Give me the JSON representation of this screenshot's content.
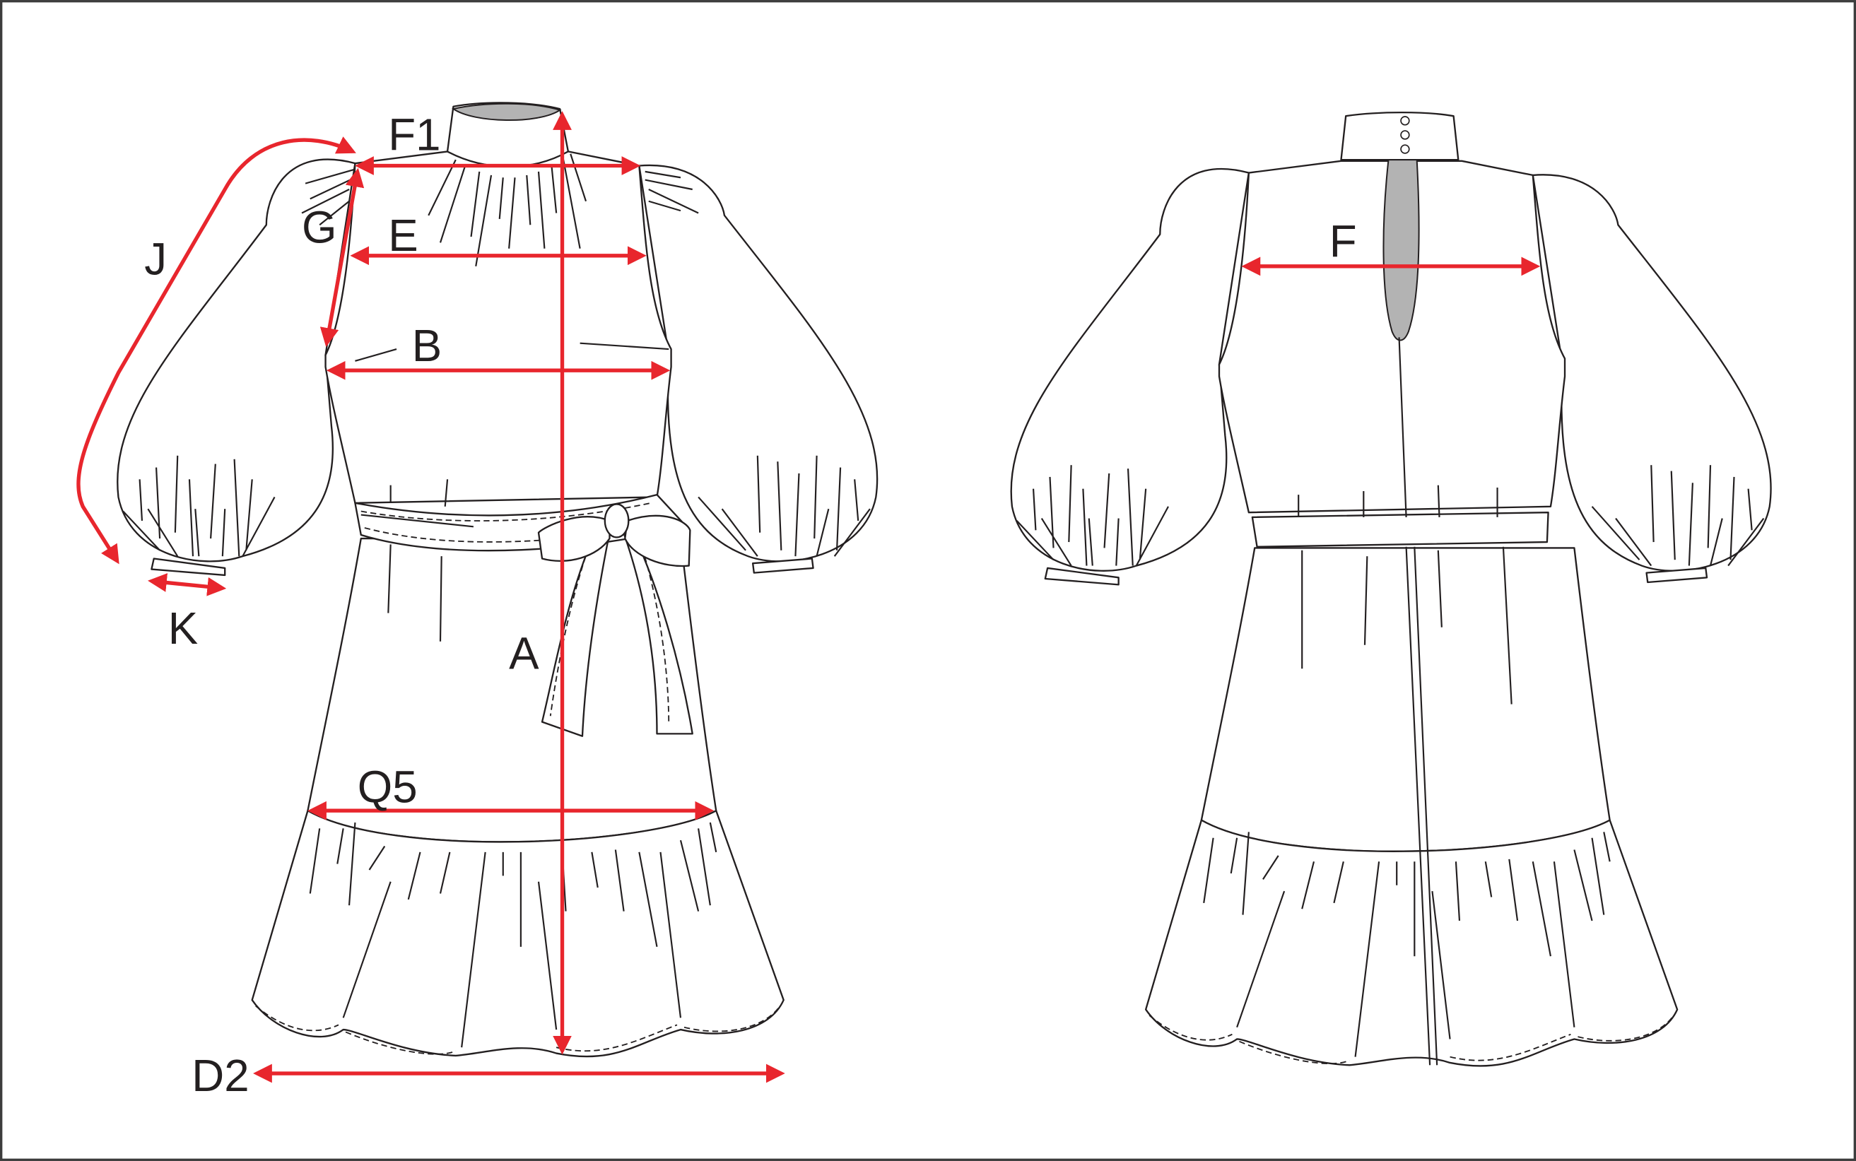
{
  "colors": {
    "measure": "#e8262d",
    "outline": "#231f20",
    "fill_gray": "#b3b3b3",
    "frame": "#3c3c3c"
  },
  "front": {
    "labels": {
      "F1": "F1",
      "G": "G",
      "J": "J",
      "E": "E",
      "B": "B",
      "K": "K",
      "A": "A",
      "Q5": "Q5",
      "D2": "D2"
    }
  },
  "back": {
    "labels": {
      "F": "F"
    }
  }
}
